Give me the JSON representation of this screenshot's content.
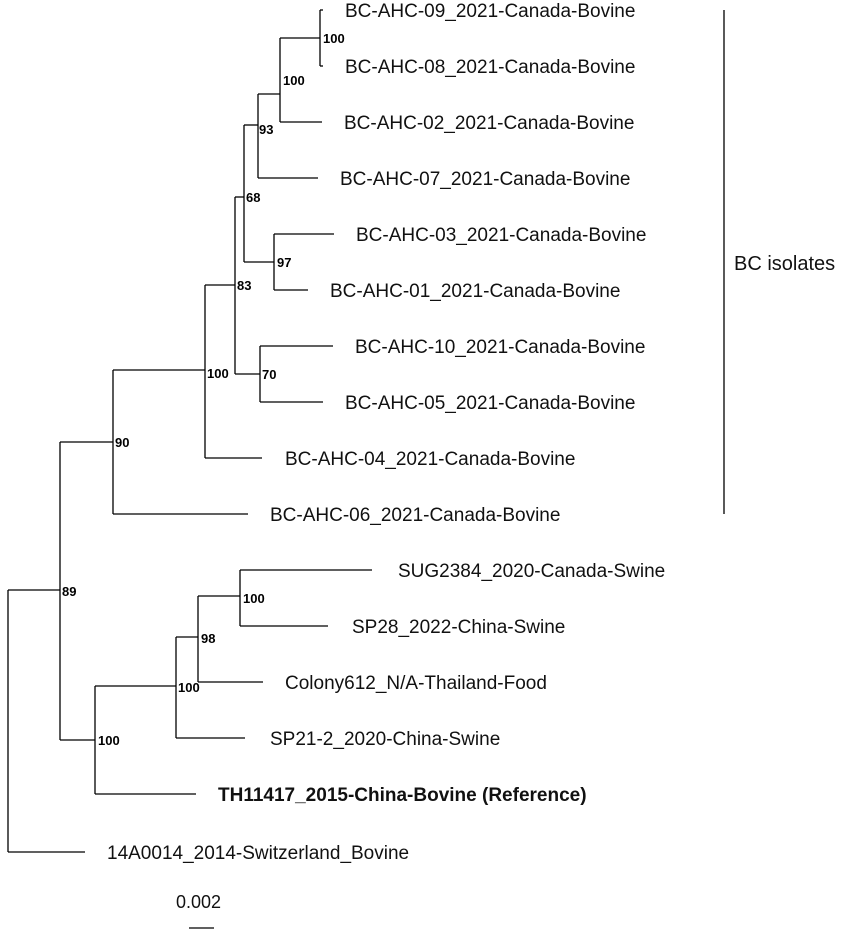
{
  "leaves": [
    {
      "label": "BC-AHC-09_2021-Canada-Bovine",
      "bold": false
    },
    {
      "label": "BC-AHC-08_2021-Canada-Bovine",
      "bold": false
    },
    {
      "label": "BC-AHC-02_2021-Canada-Bovine",
      "bold": false
    },
    {
      "label": "BC-AHC-07_2021-Canada-Bovine",
      "bold": false
    },
    {
      "label": "BC-AHC-03_2021-Canada-Bovine",
      "bold": false
    },
    {
      "label": "BC-AHC-01_2021-Canada-Bovine",
      "bold": false
    },
    {
      "label": "BC-AHC-10_2021-Canada-Bovine",
      "bold": false
    },
    {
      "label": "BC-AHC-05_2021-Canada-Bovine",
      "bold": false
    },
    {
      "label": "BC-AHC-04_2021-Canada-Bovine",
      "bold": false
    },
    {
      "label": "BC-AHC-06_2021-Canada-Bovine",
      "bold": false
    },
    {
      "label": "SUG2384_2020-Canada-Swine",
      "bold": false
    },
    {
      "label": "SP28_2022-China-Swine",
      "bold": false
    },
    {
      "label": "Colony612_N/A-Thailand-Food",
      "bold": false
    },
    {
      "label": "SP21-2_2020-China-Swine",
      "bold": false
    },
    {
      "label": "TH11417_2015-China-Bovine (Reference)",
      "bold": true
    },
    {
      "label": "14A0014_2014-Switzerland_Bovine",
      "bold": false
    }
  ],
  "support_values": [
    "100",
    "100",
    "93",
    "97",
    "70",
    "68",
    "83",
    "100",
    "90",
    "100",
    "98",
    "100",
    "100",
    "89"
  ],
  "clade_annotation": "BC isolates",
  "scale_bar": "0.002"
}
